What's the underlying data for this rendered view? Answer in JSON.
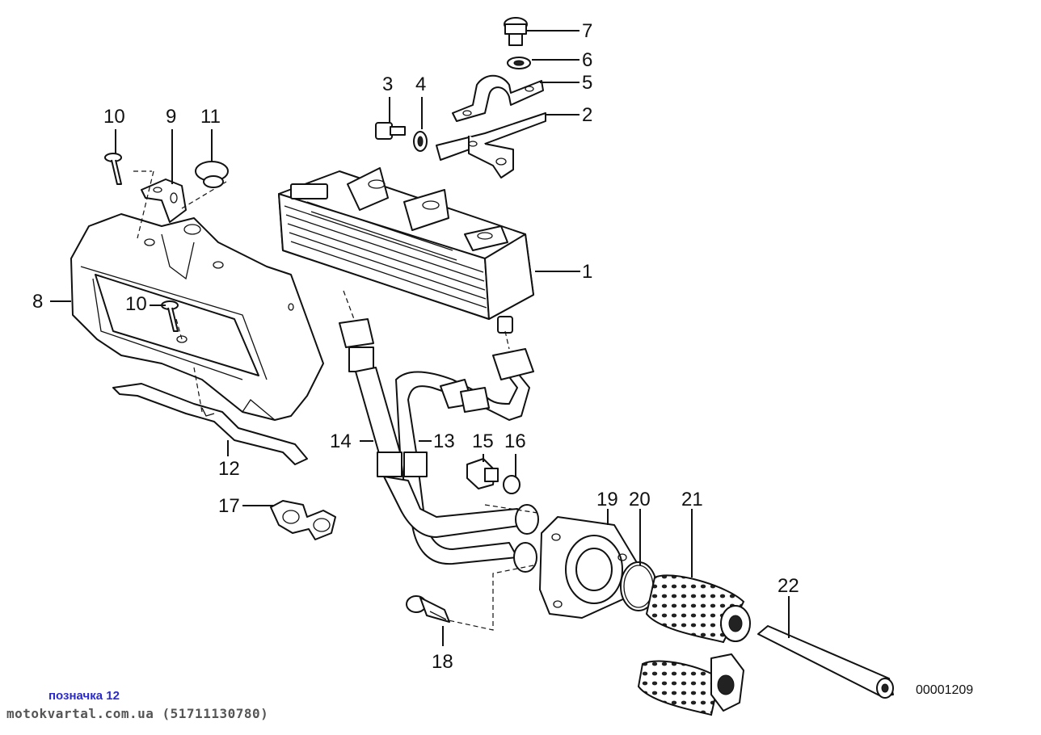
{
  "diagram": {
    "part_numbers": [
      "1",
      "2",
      "3",
      "4",
      "5",
      "6",
      "7",
      "8",
      "9",
      "10",
      "10",
      "11",
      "12",
      "13",
      "14",
      "15",
      "16",
      "17",
      "18",
      "19",
      "20",
      "21",
      "22"
    ],
    "diagram_id": "00001209"
  },
  "captions": {
    "marker_note": "позначка 12",
    "site": "motokvartal.com.ua (51711130780)"
  }
}
